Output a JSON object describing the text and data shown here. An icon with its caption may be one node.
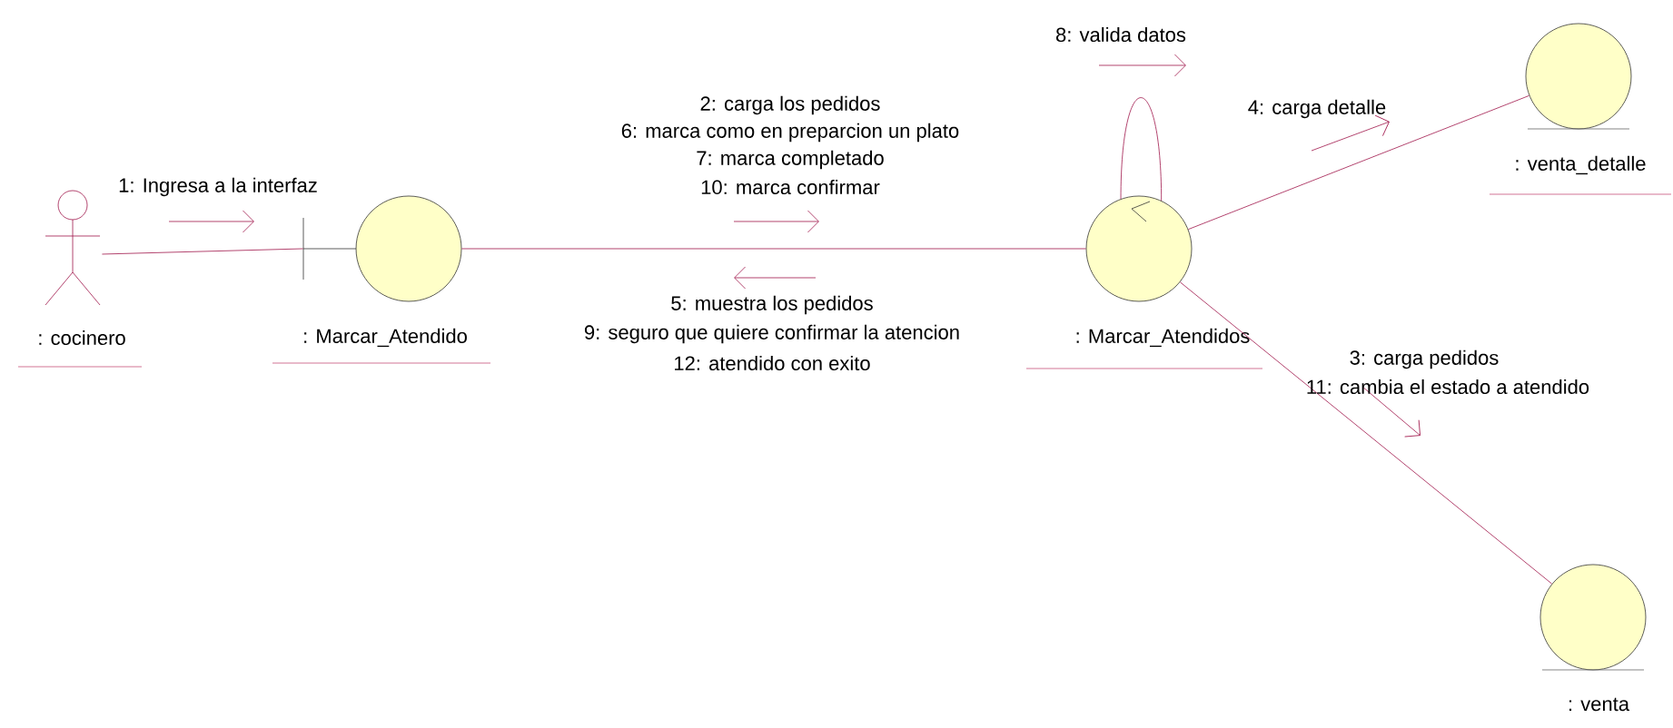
{
  "diagram": {
    "nodes": [
      {
        "text": [
          ": cocinero"
        ]
      },
      {
        "text": [
          ": Marcar_Atendido"
        ]
      },
      {
        "text": [
          ": Marcar_Atendidos"
        ]
      },
      {
        "text": [
          ": venta_detalle"
        ]
      },
      {
        "text": [
          ": venta"
        ]
      }
    ],
    "edges": [
      {
        "from": 0,
        "to": 1,
        "arrow": "none"
      },
      {
        "from": 1,
        "to": 2,
        "arrow": "none"
      },
      {
        "from": 2,
        "to": 2,
        "arrow": "none"
      },
      {
        "from": 2,
        "to": 3,
        "arrow": "none"
      },
      {
        "from": 2,
        "to": 4,
        "arrow": "none"
      }
    ],
    "labels": [
      "1: Ingresa a la interfaz",
      "2: carga los pedidos",
      "6: marca como en preparcion un plato",
      "7: marca completado",
      "10: marca confirmar",
      "5: muestra los pedidos",
      "9:  seguro que quiere confirmar la atencion",
      "12: atendido con exito",
      "8: valida datos",
      "4: carga detalle",
      "3: carga pedidos",
      "11: cambia el estado a atendido"
    ]
  }
}
